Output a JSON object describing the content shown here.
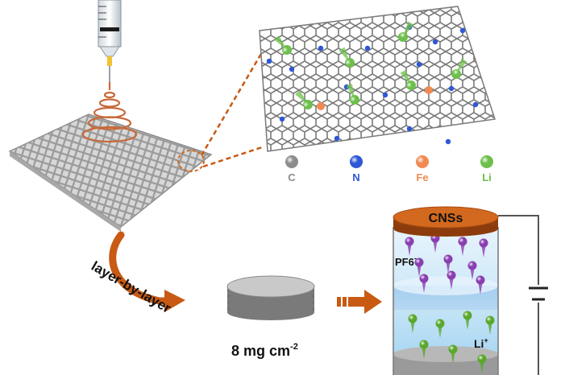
{
  "legend": [
    {
      "symbol": "C",
      "color": "#8c8c8c"
    },
    {
      "symbol": "N",
      "color": "#2f57d6"
    },
    {
      "symbol": "Fe",
      "color": "#f08a52"
    },
    {
      "symbol": "Li",
      "color": "#6cc04a"
    }
  ],
  "labels": {
    "process": "layer-by-layer",
    "loading_value": "8 mg cm",
    "loading_exponent": "-2",
    "cap": "CNSs",
    "anion_base": "PF6",
    "anion_charge": "-",
    "cation_base": "Li",
    "cation_charge": "+"
  },
  "colors": {
    "copper": "#c8693a",
    "arrow_orange": "#c85a14",
    "cap_orange": "#d2691e",
    "pf6_purple": "#8a3fb0",
    "li_green": "#5aa82c",
    "electrolyte_blue": "#bfe3f7",
    "graphene_gray": "#7a7a7a"
  }
}
